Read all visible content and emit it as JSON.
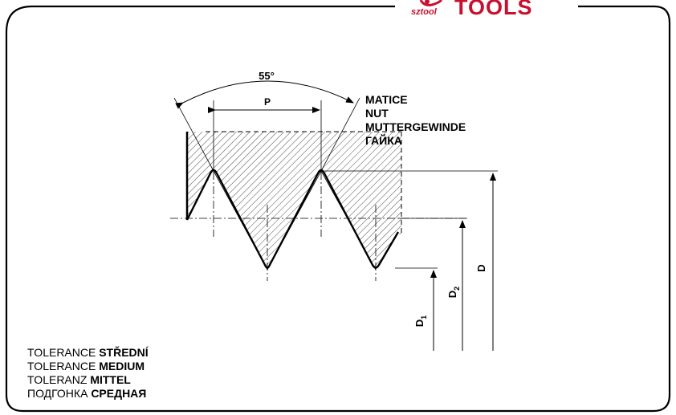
{
  "brand": {
    "logo_text": "sztool",
    "wordmark": "TOOLS",
    "accent_color": "#c8102e"
  },
  "diagram": {
    "angle_label": "55°",
    "pitch_label": "P",
    "nut_labels": [
      "MATICE",
      "NUT",
      "MUTTERGEWINDE",
      "ГАЙКА"
    ],
    "dimension_labels": {
      "minor": {
        "letter": "D",
        "sub": "1"
      },
      "pitch": {
        "letter": "D",
        "sub": "2"
      },
      "major": {
        "letter": "D",
        "sub": ""
      }
    }
  },
  "tolerance": [
    {
      "prefix": "TOLERANCE ",
      "value": "STŘEDNÍ"
    },
    {
      "prefix": "TOLERANCE ",
      "value": "MEDIUM"
    },
    {
      "prefix": "TOLERANZ ",
      "value": "MITTEL"
    },
    {
      "prefix": "ПОДГОНКА ",
      "value": "СРЕДНАЯ"
    }
  ]
}
